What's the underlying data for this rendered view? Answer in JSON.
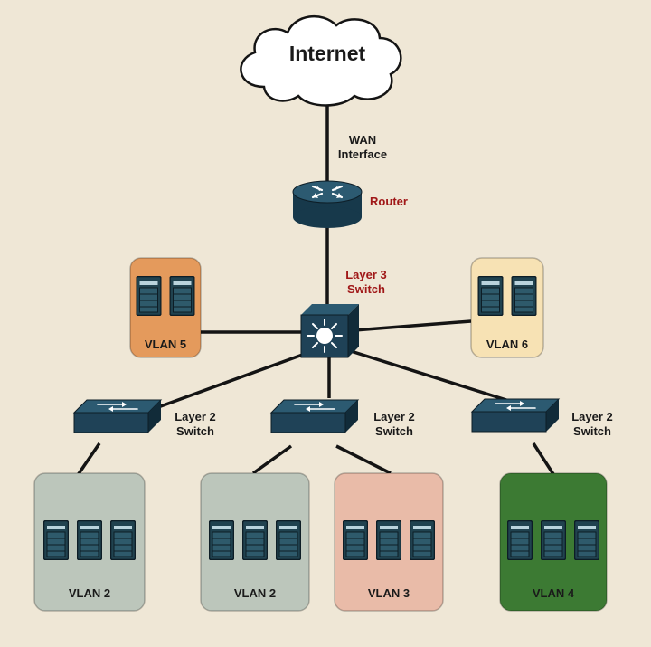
{
  "internet": {
    "label": "Internet"
  },
  "wan": {
    "line1": "WAN",
    "line2": "Interface"
  },
  "router": {
    "label": "Router"
  },
  "l3switch": {
    "line1": "Layer 3",
    "line2": "Switch"
  },
  "l2switches": [
    {
      "line1": "Layer 2",
      "line2": "Switch"
    },
    {
      "line1": "Layer 2",
      "line2": "Switch"
    },
    {
      "line1": "Layer 2",
      "line2": "Switch"
    }
  ],
  "vlans": [
    {
      "label": "VLAN 5",
      "color": "#e49a5c",
      "servers": 2
    },
    {
      "label": "VLAN 6",
      "color": "#f7e2b4",
      "servers": 2
    },
    {
      "label": "VLAN 2",
      "color": "#bcc6bb",
      "servers": 3
    },
    {
      "label": "VLAN 2",
      "color": "#bcc6bb",
      "servers": 3
    },
    {
      "label": "VLAN 3",
      "color": "#e9bba8",
      "servers": 3
    },
    {
      "label": "VLAN 4",
      "color": "#3c7a33",
      "servers": 3
    }
  ],
  "colors": {
    "device": "#1f4257",
    "device_dark": "#142c3b",
    "server_face": "#20424f",
    "line": "#141414",
    "accent_red": "#a01818"
  }
}
